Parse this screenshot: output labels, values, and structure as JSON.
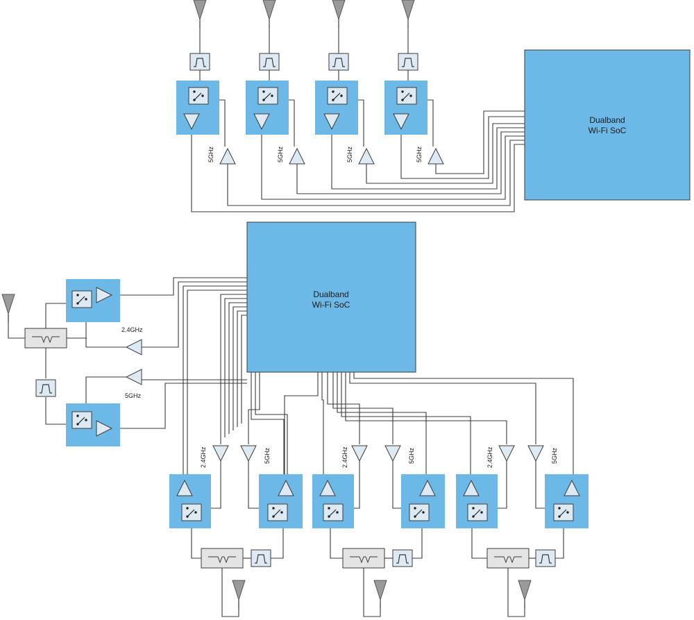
{
  "soc_top": {
    "line1": "Dualband",
    "line2": "Wi-Fi SoC"
  },
  "soc_bottom": {
    "line1": "Dualband",
    "line2": "Wi-Fi SoC"
  },
  "labels": {
    "ghz24": "2.4GHz",
    "ghz5": "5GHz"
  },
  "colors": {
    "soc_fill": "#6cb9e8",
    "module_fill": "#6cb9e8",
    "component_fill": "#ddeaf4",
    "filter_gray": "#e4e4e4",
    "antenna_fill": "#9a9a9a",
    "wire": "#3a3a3a"
  }
}
